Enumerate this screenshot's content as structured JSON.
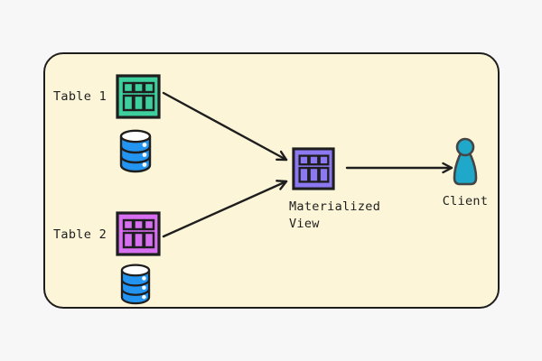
{
  "diagram": {
    "description": "Two source tables feed a materialized view that is read by a client",
    "nodes": {
      "table1": {
        "label": "Table 1",
        "icon": "table-grid-icon",
        "color": "#3ECF9E",
        "storage_icon": "database-icon"
      },
      "table2": {
        "label": "Table 2",
        "icon": "table-grid-icon",
        "color": "#D76FF1",
        "storage_icon": "database-icon"
      },
      "materialized_view": {
        "label": "Materialized View",
        "icon": "table-grid-icon",
        "color": "#8C78F0"
      },
      "client": {
        "label": "Client",
        "icon": "person-pawn-icon",
        "color": "#1FA8C9"
      }
    },
    "edges": [
      {
        "from": "table1",
        "to": "materialized_view",
        "style": "arrow"
      },
      {
        "from": "table2",
        "to": "materialized_view",
        "style": "arrow"
      },
      {
        "from": "materialized_view",
        "to": "client",
        "style": "arrow"
      }
    ],
    "colors": {
      "page_bg": "#F7F7F8",
      "panel_bg": "#FCF5D7",
      "stroke": "#1E1E1E",
      "table1_green": "#3ECF9E",
      "table2_orchid": "#D76FF1",
      "view_purple": "#8C78F0",
      "database_blue": "#2494F1",
      "client_teal": "#1FA8C9"
    }
  }
}
